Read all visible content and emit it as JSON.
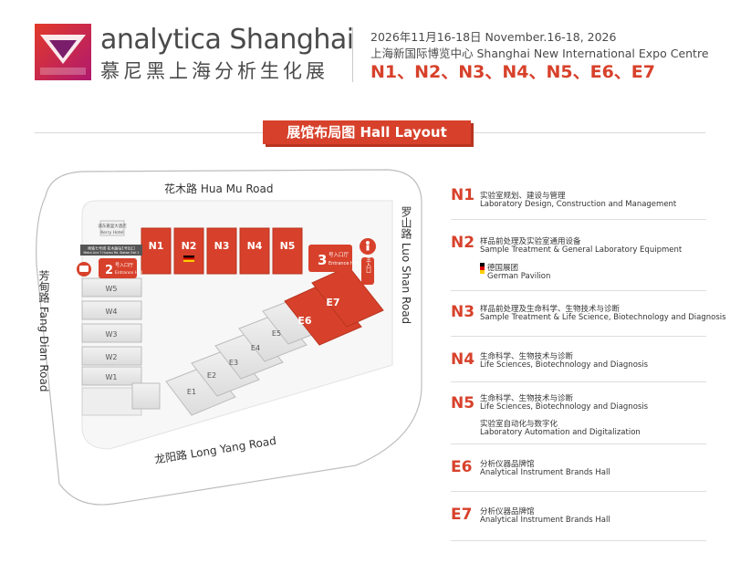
{
  "header": {
    "brand_en": "analytica Shanghai",
    "brand_cn": "慕尼黑上海分析生化展",
    "date": "2026年11月16-18日 November.16-18, 2026",
    "venue": "上海新国际博览中心 Shanghai New International Expo Centre",
    "halls": "N1、N2、N3、N4、N5、E6、E7",
    "colors": {
      "accent": "#d7412b",
      "logo_magenta": "#b0196e"
    }
  },
  "title": "展馆布局图 Hall Layout",
  "map": {
    "roads": {
      "north": "花木路  Hua Mu Road",
      "west": "芳甸路  Fang Dian Road",
      "east": "罗山路  Luo Shan Road",
      "south": "龙阳路  Long Yang Road"
    },
    "hotel": "浦东嘉里大酒店",
    "hotel_en": "Kerry Hotel",
    "metro_sign": "地铁七号线 花木路站1号出口",
    "metro_sign_en": "Metro Line 7 Huamu Rd. Station Exit 1",
    "entrance2_label": "2",
    "entrance2_cn": "号入口厅",
    "entrance2_en": "Entrance Hall",
    "entrance3_label": "3",
    "entrance3_cn": "号入口厅",
    "entrance3_en": "Entrance Hall",
    "main_entrance": "主入口",
    "halls_red": [
      "N1",
      "N2",
      "N3",
      "N4",
      "N5"
    ],
    "halls_west": [
      "W5",
      "W4",
      "W3",
      "W2",
      "W1"
    ],
    "halls_east": [
      "E1",
      "E2",
      "E3",
      "E4",
      "E5"
    ],
    "hall_e6": "E6",
    "hall_e7": "E7"
  },
  "legend": [
    {
      "code": "N1",
      "cn": "实验室规划、建设与管理",
      "en": "Laboratory Design, Construction and Management"
    },
    {
      "code": "N2",
      "cn": "样品前处理及实验室通用设备",
      "en": "Sample Treatment & General Laboratory Equipment",
      "pavilion_cn": "德国展团",
      "pavilion_en": "German Pavilion"
    },
    {
      "code": "N3",
      "cn": "样品前处理及生命科学、生物技术与诊断",
      "en": "Sample Treatment & Life Science, Biotechnology and Diagnosis"
    },
    {
      "code": "N4",
      "cn": "生命科学、生物技术与诊断",
      "en": "Life Sciences, Biotechnology and Diagnosis"
    },
    {
      "code": "N5",
      "cn": "生命科学、生物技术与诊断",
      "en": "Life Sciences, Biotechnology and Diagnosis",
      "cn2": "实验室自动化与数字化",
      "en2": "Laboratory Automation and Digitalization"
    },
    {
      "code": "E6",
      "cn": "分析仪器品牌馆",
      "en": "Analytical Instrument Brands Hall"
    },
    {
      "code": "E7",
      "cn": "分析仪器品牌馆",
      "en": "Analytical Instrument Brands Hall"
    }
  ]
}
